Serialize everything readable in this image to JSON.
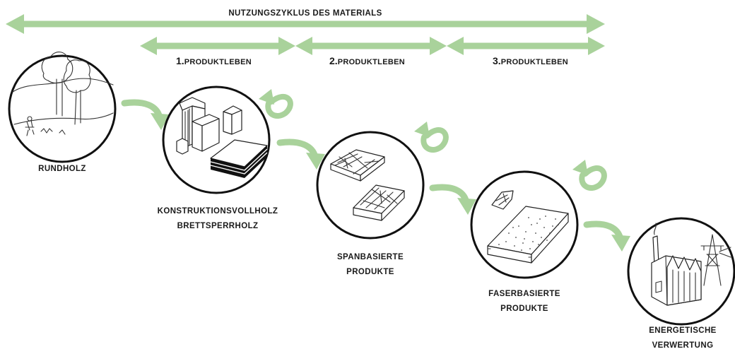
{
  "colors": {
    "arrow_green": "#a9d29b",
    "outline": "#111111",
    "text": "#1a1a1a"
  },
  "cycle": {
    "title": "NUTZUNGSZYKLUS DES MATERIALS"
  },
  "lifetimes": [
    {
      "num": "1.",
      "text": "PRODUKTLEBEN"
    },
    {
      "num": "2.",
      "text": "PRODUKTLEBEN"
    },
    {
      "num": "3.",
      "text": "PRODUKTLEBEN"
    }
  ],
  "stages": [
    {
      "id": "rundholz",
      "icon": "trees-icon",
      "lines": [
        "RUNDHOLZ"
      ]
    },
    {
      "id": "kvh",
      "icon": "timber-beams-icon",
      "lines": [
        "KONSTRUKTIONSVOLLHOLZ",
        "BRETTSPERRHOLZ"
      ]
    },
    {
      "id": "span",
      "icon": "particle-board-icon",
      "lines": [
        "SPANBASIERTE",
        "PRODUKTE"
      ]
    },
    {
      "id": "faser",
      "icon": "fiber-board-icon",
      "lines": [
        "FASERBASIERTE",
        "PRODUKTE"
      ]
    },
    {
      "id": "energie",
      "icon": "power-plant-icon",
      "lines": [
        "ENERGETISCHE",
        "VERWERTUNG"
      ]
    }
  ]
}
